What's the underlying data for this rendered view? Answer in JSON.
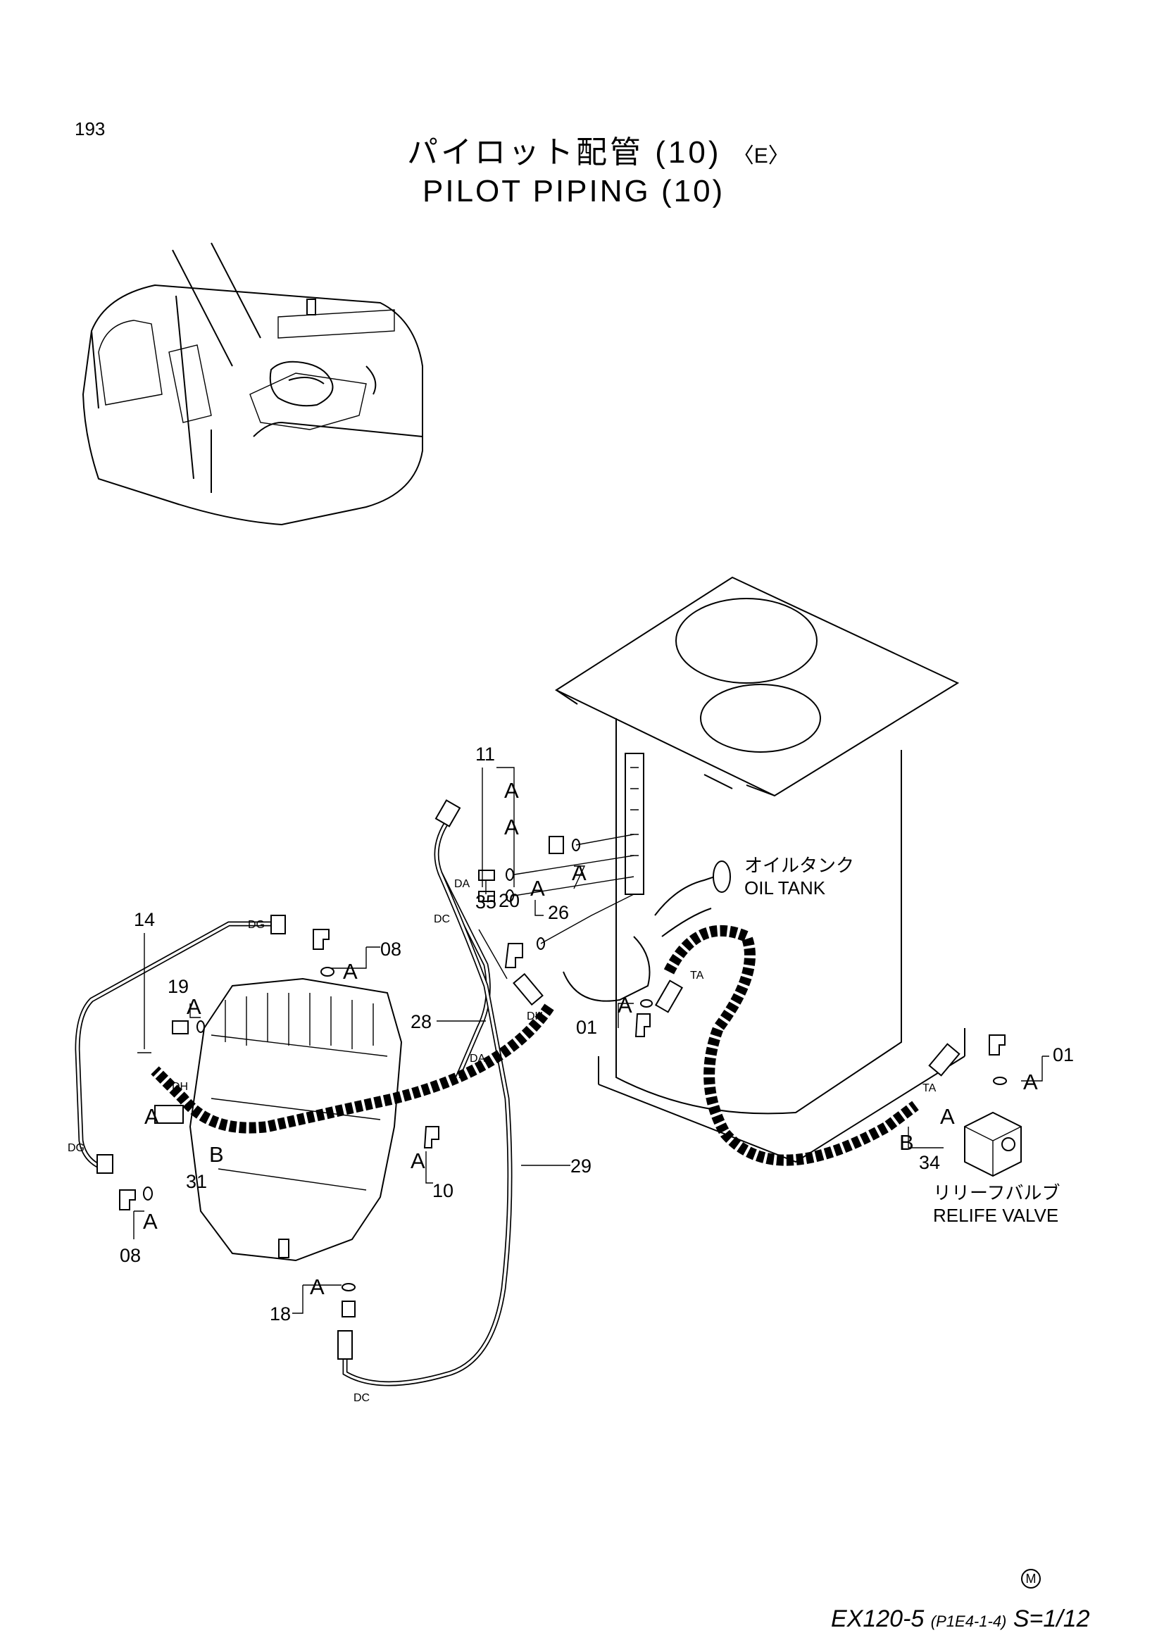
{
  "header": {
    "page_number": "193",
    "title_jp": "パイロット配管 (10)",
    "title_variant": "〈E〉",
    "title_en": "PILOT PIPING (10)"
  },
  "labels": {
    "oil_tank_jp": "オイルタンク",
    "oil_tank_en": "OIL TANK",
    "relief_valve_jp": "リリーフバルブ",
    "relief_valve_en": "RELIFE VALVE"
  },
  "callouts": {
    "p01a": "01",
    "p01b": "01",
    "p08a": "08",
    "p08b": "08",
    "p10": "10",
    "p11": "11",
    "p14": "14",
    "p18": "18",
    "p19": "19",
    "p20": "20",
    "p26": "26",
    "p28": "28",
    "p29": "29",
    "p31": "31",
    "p34": "34",
    "p35": "35"
  },
  "markers": {
    "a": "A",
    "b": "B"
  },
  "ports": {
    "da": "DA",
    "dc": "DC",
    "dg": "DG",
    "dh": "DH",
    "ta": "TA"
  },
  "footer": {
    "mark": "M",
    "model": "EX120-5",
    "ref": "(P1E4-1-4)",
    "scale": "S=1/12"
  }
}
